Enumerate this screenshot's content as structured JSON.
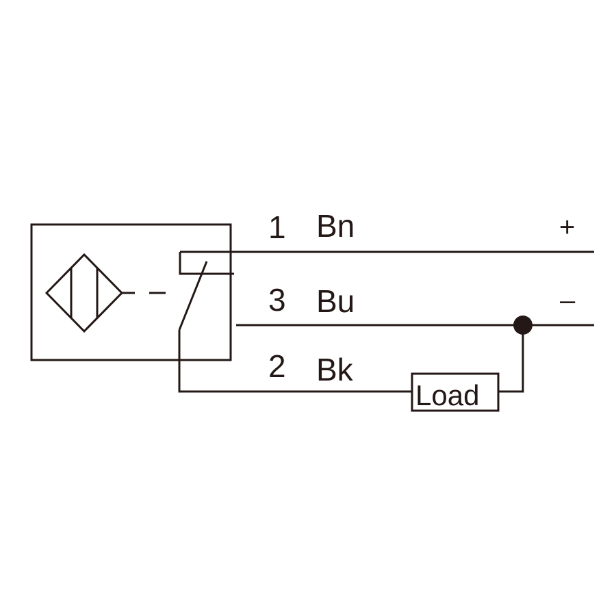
{
  "diagram": {
    "wires": [
      {
        "pin": "1",
        "color": "Bn",
        "polarity": "+"
      },
      {
        "pin": "3",
        "color": "Bu",
        "polarity": "–"
      },
      {
        "pin": "2",
        "color": "Bk",
        "polarity": ""
      }
    ],
    "load_label": "Load",
    "colors": {
      "ink": "#231815",
      "background": "#ffffff"
    }
  }
}
